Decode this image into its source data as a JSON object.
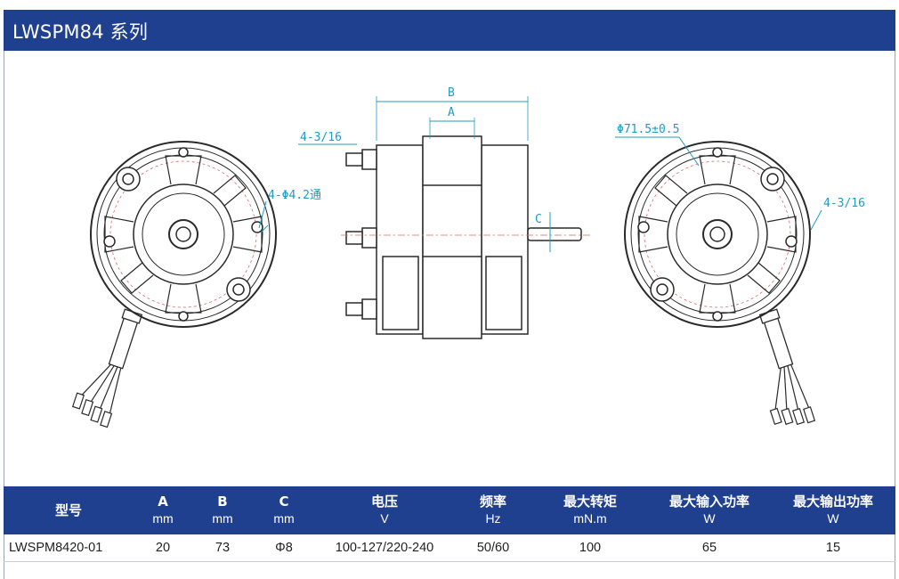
{
  "header": {
    "title": "LWSPM84 系列"
  },
  "drawing": {
    "left_labels": [
      "4-3/16",
      "4-Φ4.2通"
    ],
    "center_labels": {
      "b": "B",
      "a": "A",
      "c": "C"
    },
    "right_labels": [
      "Φ71.5±0.5",
      "4-3/16"
    ],
    "colors": {
      "dimension": "#1d9bc4",
      "outline": "#2a2a2a",
      "header": "#1f3f8f"
    }
  },
  "table": {
    "columns": [
      {
        "label": "型号",
        "unit": ""
      },
      {
        "label": "A",
        "unit": "mm"
      },
      {
        "label": "B",
        "unit": "mm"
      },
      {
        "label": "C",
        "unit": "mm"
      },
      {
        "label": "电压",
        "unit": "V"
      },
      {
        "label": "频率",
        "unit": "Hz"
      },
      {
        "label": "最大转矩",
        "unit": "mN.m"
      },
      {
        "label": "最大输入功率",
        "unit": "W"
      },
      {
        "label": "最大输出功率",
        "unit": "W"
      }
    ],
    "rows": [
      [
        "LWSPM8420-01",
        "20",
        "73",
        "Φ8",
        "100-127/220-240",
        "50/60",
        "100",
        "65",
        "15"
      ]
    ]
  }
}
